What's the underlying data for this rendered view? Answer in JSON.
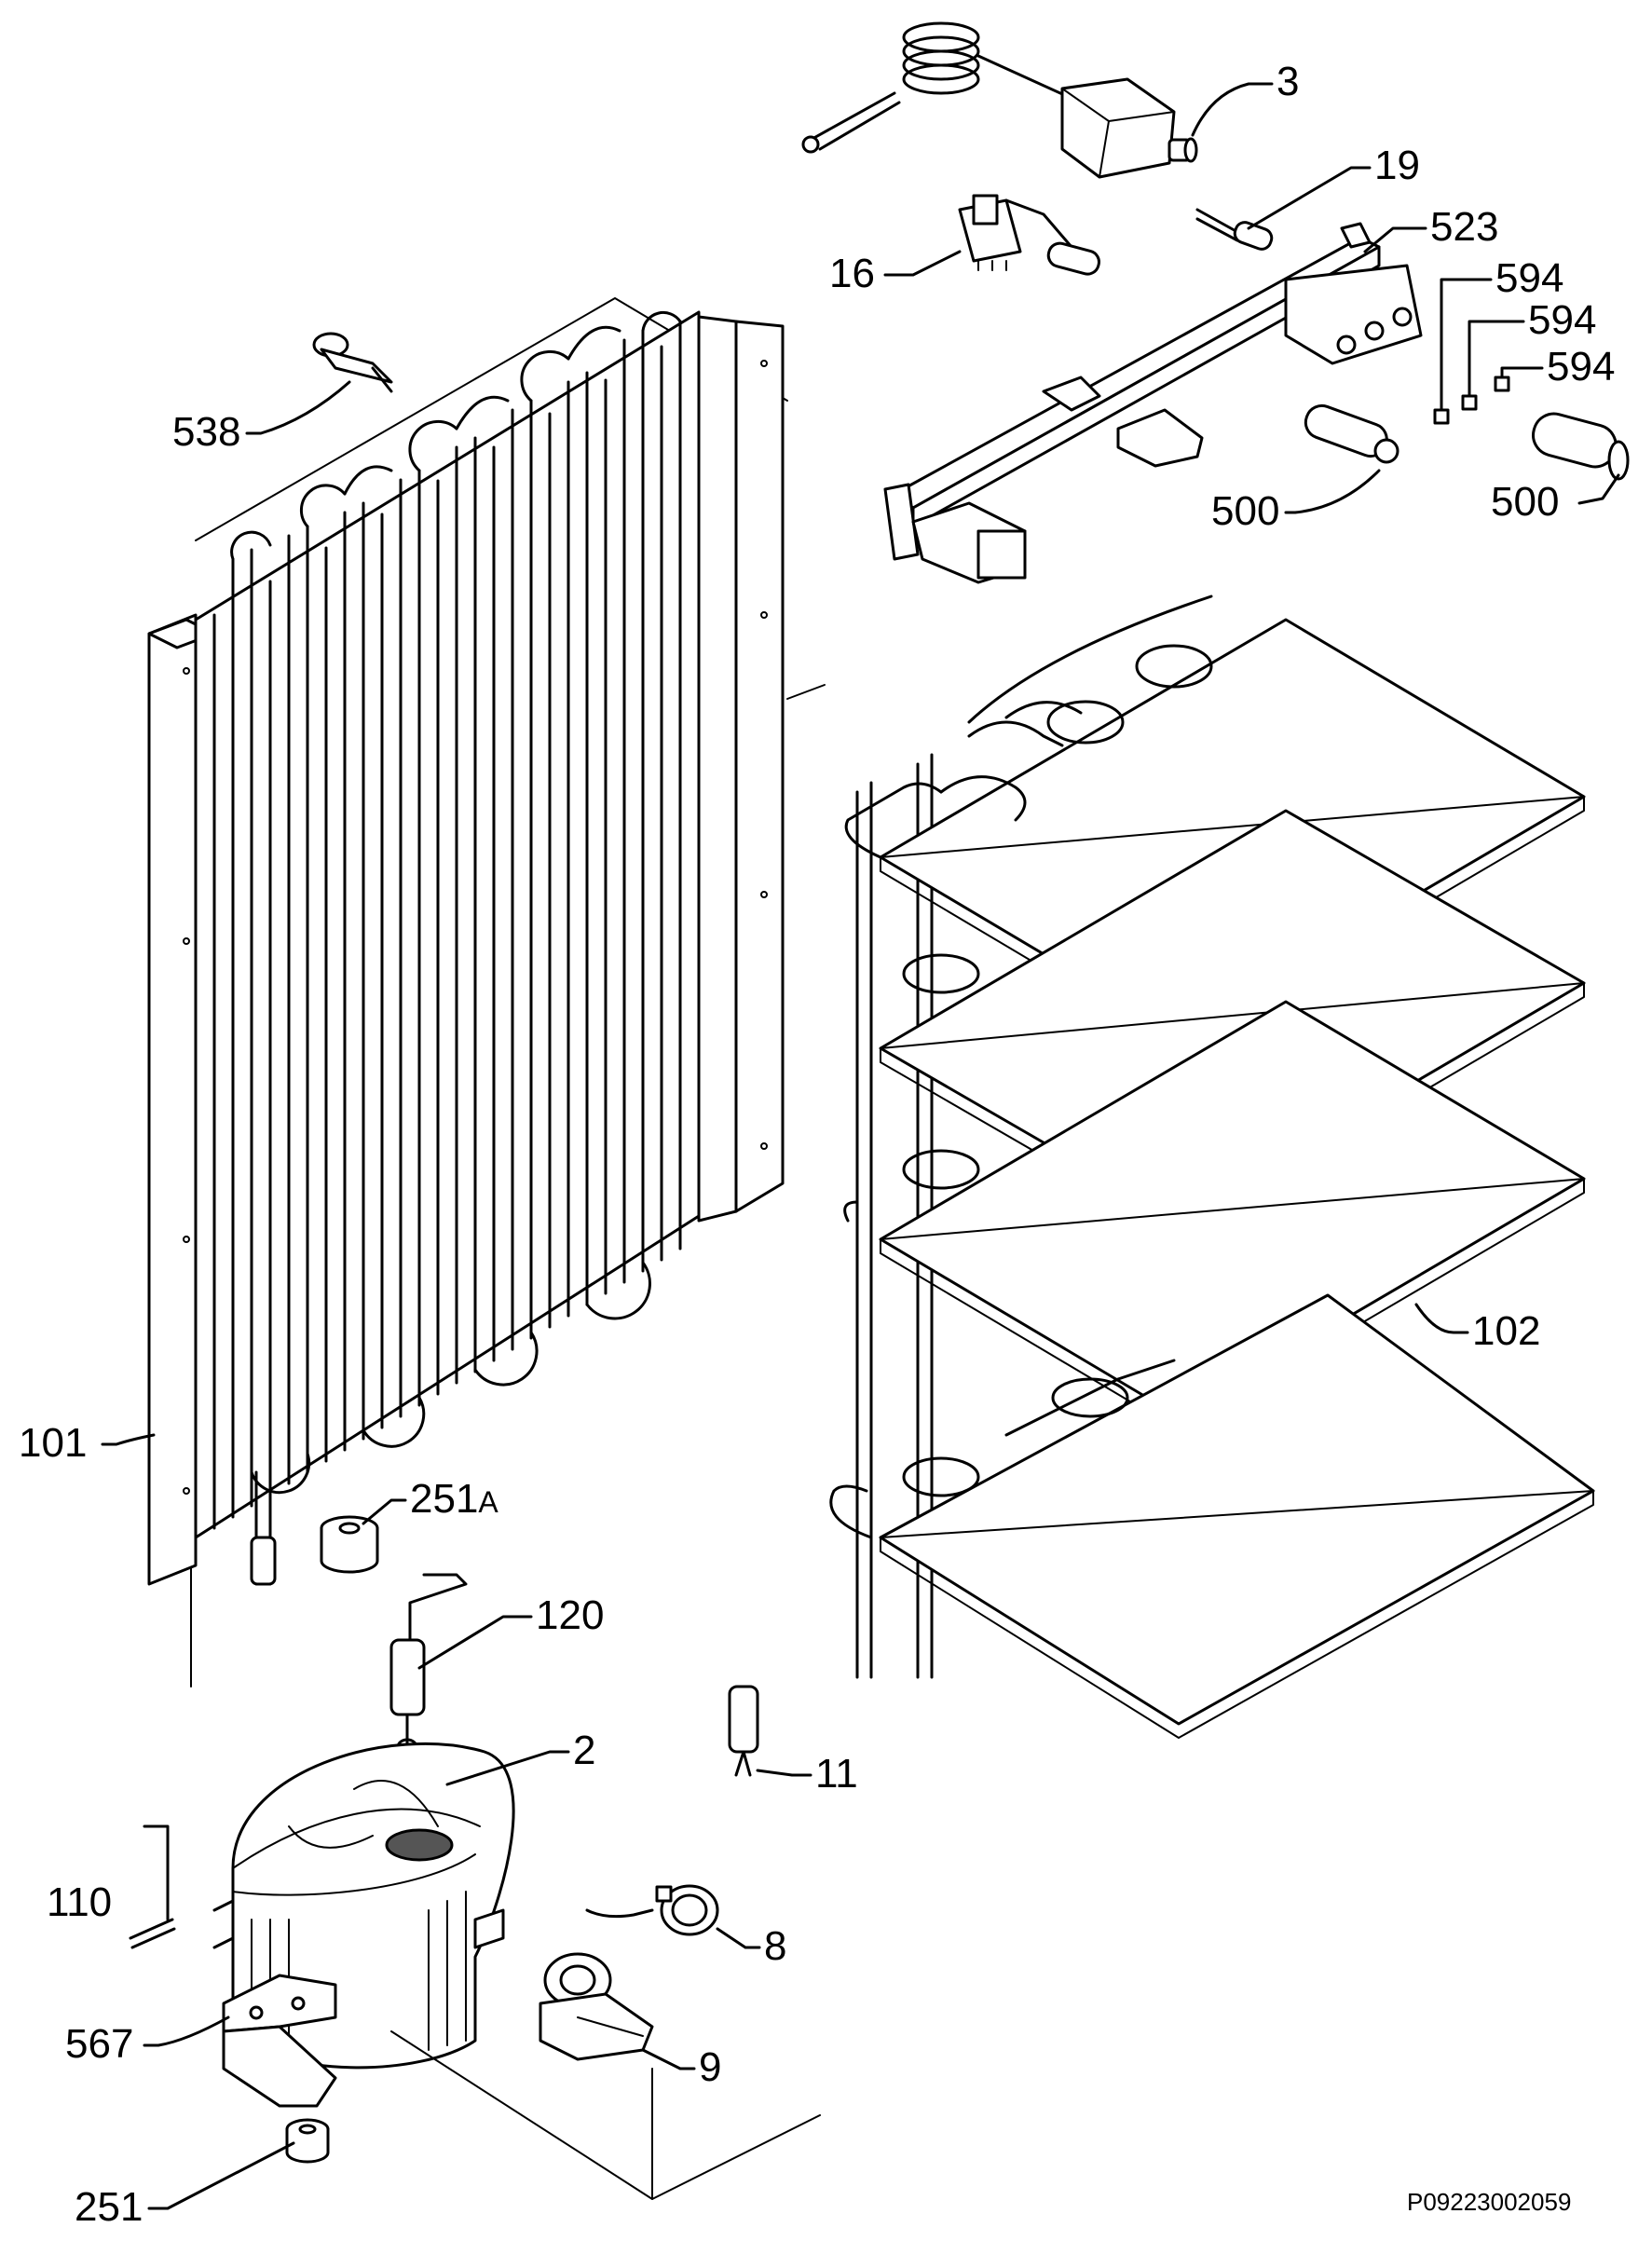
{
  "diagram": {
    "labels": {
      "p3": "3",
      "p19": "19",
      "p523": "523",
      "p16": "16",
      "p594a": "594",
      "p594b": "594",
      "p594c": "594",
      "p538": "538",
      "p500a": "500",
      "p500b": "500",
      "p102": "102",
      "p101": "101",
      "p251a": "251",
      "p251a_suffix": "A",
      "p120": "120",
      "p2": "2",
      "p11": "11",
      "p110": "110",
      "p8": "8",
      "p567": "567",
      "p9": "9",
      "p251": "251"
    },
    "footer_code": "P09223002059"
  }
}
